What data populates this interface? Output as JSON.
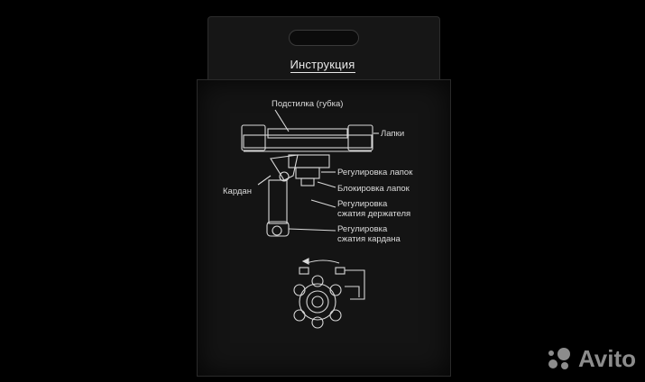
{
  "title": "Инструкция",
  "labels": {
    "pad": "Подстилка (губка)",
    "paws": "Лапки",
    "gimbal": "Кардан",
    "paw_adjust": "Регулировка лапок",
    "paw_lock": "Блокировка лапок",
    "holder_clamp": [
      "Регулировка",
      "сжатия держателя"
    ],
    "gimbal_clamp": [
      "Регулировка",
      "сжатия кардана"
    ]
  },
  "watermark": {
    "text": "Avito",
    "icon": "avito-dots-icon"
  },
  "colors": {
    "background": "#000000",
    "box": "#141414",
    "line_art": "#d8d8d8"
  }
}
